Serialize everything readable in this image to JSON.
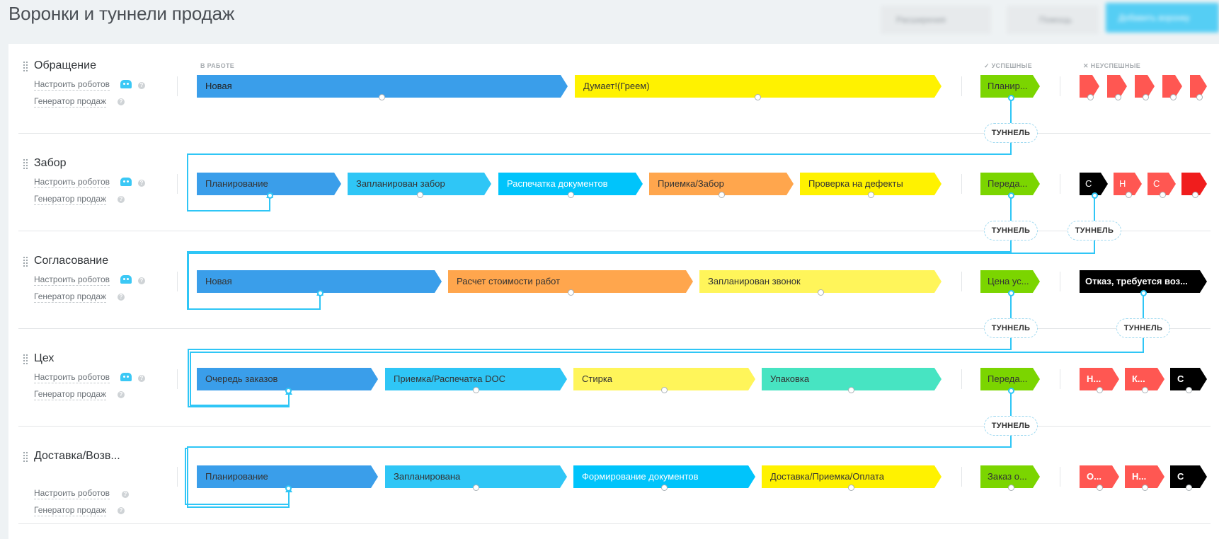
{
  "page": {
    "title": "Воронки и туннели продаж"
  },
  "toolbar": {
    "extensions_label": "Расширения",
    "help_label": "Помощь",
    "add_funnel_label": "Добавить воронку"
  },
  "columns": {
    "in_work": "В РАБОТЕ",
    "success": "УСПЕШНЫЕ",
    "fail": "НЕУСПЕШНЫЕ"
  },
  "links": {
    "robots": "Настроить роботов",
    "generator": "Генератор продаж"
  },
  "tunnel_label": "ТУННЕЛЬ",
  "colors": {
    "blue": "#3a9eea",
    "light_blue": "#2fc6f6",
    "cyan": "#00c4fb",
    "yellow": "#fff200",
    "pale_yellow": "#fff55a",
    "orange": "#ffa64d",
    "teal": "#47e4c2",
    "green": "#7bd500",
    "red": "#ff5752",
    "black": "#000000"
  },
  "funnels": [
    {
      "name": "Обращение",
      "stages": [
        "Новая",
        "Думает!(Греем)"
      ],
      "success": "Планир...",
      "fail": [
        "",
        "",
        "",
        "",
        ""
      ]
    },
    {
      "name": "Забор",
      "stages": [
        "Планирование",
        "Запланирован забор",
        "Распечатка документов",
        "Приемка/Забор",
        "Проверка на дефекты"
      ],
      "success": "Переда...",
      "fail": [
        "С",
        "Н",
        "С",
        ""
      ]
    },
    {
      "name": "Согласование",
      "stages": [
        "Новая",
        "Расчет стоимости работ",
        "Запланирован звонок"
      ],
      "success": "Цена ус...",
      "fail": [
        "Отказ, требуется воз..."
      ]
    },
    {
      "name": "Цех",
      "stages": [
        "Очередь заказов",
        "Приемка/Распечатка DOC",
        "Стирка",
        "Упаковка"
      ],
      "success": "Переда...",
      "fail": [
        "Н...",
        "К...",
        "С"
      ]
    },
    {
      "name": "Доставка/Возв...",
      "stages": [
        "Планирование",
        "Запланирована",
        "Формирование документов",
        "Доставка/Приемка/Оплата"
      ],
      "success": "Заказ о...",
      "fail": [
        "О...",
        "Н...",
        "С"
      ]
    }
  ]
}
